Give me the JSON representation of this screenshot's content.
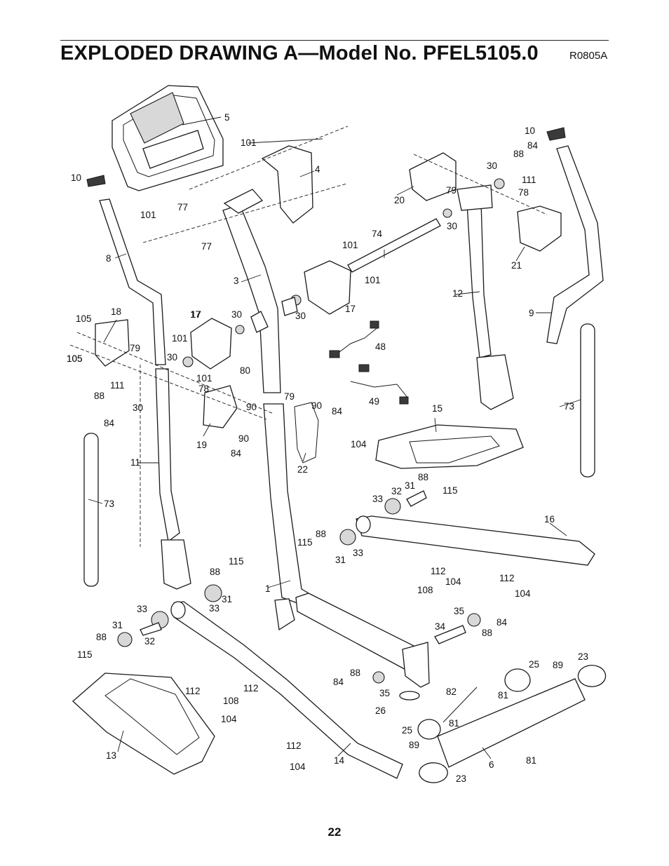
{
  "header": {
    "title": "EXPLODED DRAWING A—Model No. PFEL5105.0",
    "drawing_code": "R0805A"
  },
  "footer": {
    "page_number": "22"
  },
  "part_labels": [
    "5",
    "101",
    "10",
    "4",
    "77",
    "101",
    "77",
    "8",
    "105",
    "20",
    "79",
    "30",
    "88",
    "84",
    "10",
    "111",
    "78",
    "30",
    "74",
    "21",
    "101",
    "101",
    "3",
    "17",
    "17",
    "30",
    "12",
    "9",
    "18",
    "105",
    "17",
    "30",
    "101",
    "105",
    "30",
    "101",
    "78",
    "79",
    "80",
    "111",
    "88",
    "30",
    "84",
    "90",
    "79",
    "90",
    "84",
    "19",
    "90",
    "84",
    "104",
    "48",
    "49",
    "73",
    "15",
    "11",
    "22",
    "88",
    "31",
    "115",
    "32",
    "33",
    "73",
    "88",
    "115",
    "31",
    "33",
    "16",
    "115",
    "88",
    "31",
    "33",
    "112",
    "104",
    "108",
    "112",
    "104",
    "1",
    "33",
    "35",
    "84",
    "31",
    "34",
    "88",
    "32",
    "88",
    "115",
    "88",
    "35",
    "84",
    "25",
    "89",
    "23",
    "112",
    "108",
    "112",
    "104",
    "82",
    "81",
    "26",
    "25",
    "81",
    "112",
    "104",
    "89",
    "13",
    "14",
    "6",
    "81",
    "23"
  ]
}
